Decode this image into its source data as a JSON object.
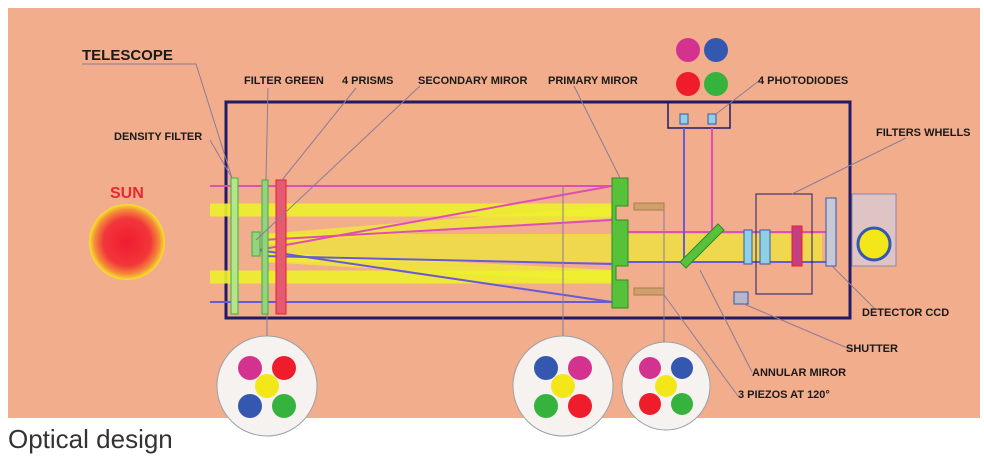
{
  "labels": {
    "telescope": "TELESCOPE",
    "filter_green": "FILTER GREEN",
    "prisms": "4 PRISMS",
    "secondary_miror": "SECONDARY MIROR",
    "primary_miror": "PRIMARY MIROR",
    "photodiodes": "4 PHOTODIODES",
    "density_filter": "DENSITY FILTER",
    "filters_whells": "FILTERS WHELLS",
    "sun": "SUN",
    "detector_ccd": "DETECTOR CCD",
    "shutter": "SHUTTER",
    "annular_miror": "ANNULAR MIROR",
    "piezos": "3 PIEZOS AT 120°"
  },
  "caption": "Optical design",
  "colors": {
    "background": "#f2ad8c",
    "tube": "#1f1b66",
    "beam": "#eef02c",
    "red": "#ef1c2c",
    "green": "#35b33c",
    "blue": "#3457b0",
    "magenta": "#d3338f",
    "yellow": "#f3e71a",
    "purple_ray": "#6a5ad6",
    "pink_ray": "#de4fb6"
  }
}
